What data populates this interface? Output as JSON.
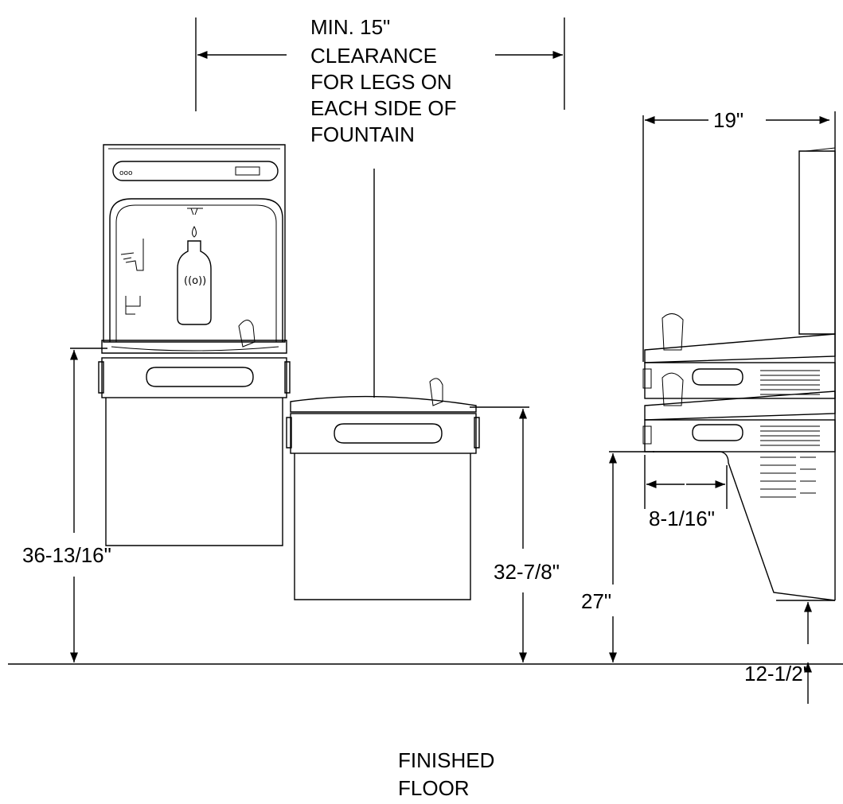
{
  "clearance_note": [
    "MIN. 15\"",
    "CLEARANCE",
    "FOR LEGS ON",
    "EACH SIDE OF",
    "FOUNTAIN"
  ],
  "floor_label": [
    "FINISHED",
    "FLOOR"
  ],
  "dimensions": {
    "upper_height": "36-13/16\"",
    "lower_height": "32-7/8\"",
    "depth": "19\"",
    "knee_depth": "8-1/16\"",
    "knee_height": "27\"",
    "toe_height": "12-1/2\""
  }
}
